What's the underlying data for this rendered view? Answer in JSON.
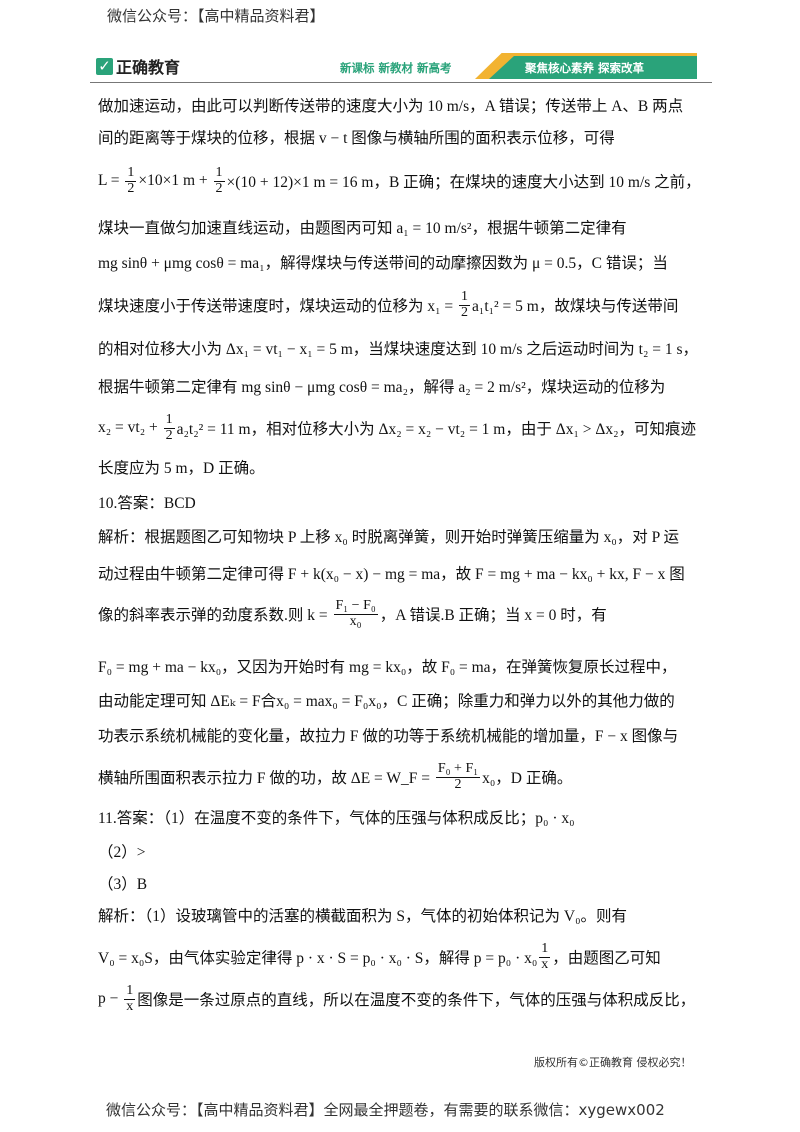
{
  "watermark_top": "微信公众号：【高中精品资料君】",
  "header": {
    "logo_check": "✓",
    "logo_text": "正确教育",
    "slogan": "新课标  新教材  新高考",
    "banner": "聚焦核心素养  探索改革",
    "colors": {
      "green": "#2aa37a",
      "yellow": "#f2b331"
    }
  },
  "body": {
    "lines": [
      [
        "做加速运动，由此可以判断传送带的速度大小为 10 m/s，A 错误；传送带上 A、B 两点"
      ],
      [
        "间的距离等于煤块的位移，根据 v − t 图像与横轴所围的面积表示位移，可得"
      ],
      [
        "L = ",
        {
          "num": "1",
          "den": "2"
        },
        "×10×1 m + ",
        {
          "num": "1",
          "den": "2"
        },
        "×(10 + 12)×1 m = 16 m，B 正确；在煤块的速度大小达到 10 m/s 之前，"
      ],
      [
        "煤块一直做匀加速直线运动，由题图丙可知 a₁ = 10 m/s²，根据牛顿第二定律有"
      ],
      [
        "mg sinθ + μmg cosθ = ma₁，解得煤块与传送带间的动摩擦因数为 μ = 0.5，C 错误；当"
      ],
      [
        "煤块速度小于传送带速度时，煤块运动的位移为 x₁ = ",
        {
          "num": "1",
          "den": "2"
        },
        "a₁t₁² = 5 m，故煤块与传送带间"
      ],
      [
        "的相对位移大小为 Δx₁ = vt₁ − x₁ = 5 m，当煤块速度达到 10 m/s 之后运动时间为 t₂ = 1 s，"
      ],
      [
        "根据牛顿第二定律有 mg sinθ − μmg cosθ = ma₂，解得 a₂ = 2 m/s²，煤块运动的位移为"
      ],
      [
        "x₂ = vt₂ + ",
        {
          "num": "1",
          "den": "2"
        },
        "a₂t₂² = 11 m，相对位移大小为 Δx₂ = x₂ − vt₂ = 1 m，由于 Δx₁ > Δx₂，可知痕迹"
      ],
      [
        "长度应为 5 m，D 正确。"
      ],
      [
        "10.答案：BCD"
      ],
      [
        "解析：根据题图乙可知物块 P 上移 x₀ 时脱离弹簧，则开始时弹簧压缩量为 x₀，对 P 运"
      ],
      [
        "动过程由牛顿第二定律可得 F + k(x₀ − x) − mg = ma，故 F = mg + ma − kx₀ + kx, F − x 图"
      ],
      [
        "像的斜率表示弹的劲度系数.则 k = ",
        {
          "num": "F₁ − F₀",
          "den": "x₀"
        },
        "，A 错误.B 正确；当 x = 0 时，有"
      ],
      [
        "F₀ = mg + ma − kx₀，又因为开始时有 mg = kx₀，故 F₀ = ma，在弹簧恢复原长过程中，"
      ],
      [
        "由动能定理可知 ΔEₖ = F合x₀ = max₀ = F₀x₀，C 正确；除重力和弹力以外的其他力做的"
      ],
      [
        "功表示系统机械能的变化量，故拉力 F 做的功等于系统机械能的增加量，F − x 图像与"
      ],
      [
        "横轴所围面积表示拉力 F 做的功，故 ΔE = W_F = ",
        {
          "num": "F₀ + F₁",
          "den": "2"
        },
        "x₀，D 正确。"
      ],
      [
        "11.答案：（1）在温度不变的条件下，气体的压强与体积成反比；p₀ · x₀"
      ],
      [
        "（2）>"
      ],
      [
        "（3）B"
      ],
      [
        "解析：（1）设玻璃管中的活塞的横截面积为 S，气体的初始体积记为 V₀。则有"
      ],
      [
        "V₀ = x₀S，由气体实验定律得 p · x · S = p₀ · x₀ · S，解得 p = p₀ · x₀",
        {
          "num": "1",
          "den": "x"
        },
        "，由题图乙可知"
      ],
      [
        "p − ",
        {
          "num": "1",
          "den": "x"
        },
        "图像是一条过原点的直线，所以在温度不变的条件下，气体的压强与体积成反比，"
      ]
    ]
  },
  "copyright": "版权所有©正确教育 侵权必究！",
  "watermark_bottom": "微信公众号：【高中精品资料君】全网最全押题卷，有需要的联系微信：xygewx002"
}
